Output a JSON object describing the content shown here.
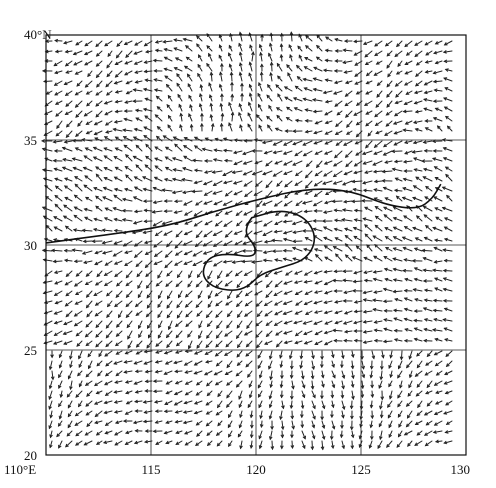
{
  "map": {
    "lon_range": [
      110,
      130
    ],
    "lat_range": [
      20,
      40
    ],
    "x_ticks": [
      {
        "value": 110,
        "label": "110°E"
      },
      {
        "value": 115,
        "label": "115"
      },
      {
        "value": 120,
        "label": "120"
      },
      {
        "value": 125,
        "label": "125"
      },
      {
        "value": 130,
        "label": "130"
      }
    ],
    "y_ticks": [
      {
        "value": 20,
        "label": "20"
      },
      {
        "value": 25,
        "label": "25"
      },
      {
        "value": 30,
        "label": "30"
      },
      {
        "value": 35,
        "label": "35"
      },
      {
        "value": 40,
        "label": "40°N"
      }
    ],
    "grid_lons": [
      115,
      120,
      125
    ],
    "grid_lats": [
      25,
      30,
      35
    ],
    "colors": {
      "ink": "#111111",
      "background": "#ffffff"
    },
    "features": [
      {
        "name": "long-contour-line",
        "type": "open",
        "points": [
          [
            110,
            30.1
          ],
          [
            113,
            30.5
          ],
          [
            115.8,
            30.9
          ],
          [
            118,
            31.6
          ],
          [
            120.2,
            32.2
          ],
          [
            122.5,
            32.7
          ],
          [
            124.5,
            32.6
          ],
          [
            126.2,
            31.9
          ],
          [
            127.7,
            31.7
          ],
          [
            128.4,
            32.2
          ],
          [
            128.8,
            32.9
          ]
        ]
      },
      {
        "name": "closed-contour-loop",
        "type": "closed",
        "points": [
          [
            119.8,
            31.3
          ],
          [
            121.2,
            31.7
          ],
          [
            122.4,
            31.3
          ],
          [
            122.9,
            30.3
          ],
          [
            122.4,
            29.3
          ],
          [
            121.1,
            28.9
          ],
          [
            120.2,
            28.6
          ],
          [
            119.6,
            28.0
          ],
          [
            118.9,
            27.8
          ],
          [
            117.9,
            28.0
          ],
          [
            117.4,
            28.6
          ],
          [
            117.7,
            29.4
          ],
          [
            118.6,
            29.6
          ],
          [
            119.9,
            29.4
          ],
          [
            120.0,
            29.9
          ],
          [
            119.5,
            30.5
          ],
          [
            119.6,
            31.0
          ]
        ]
      }
    ],
    "vector_field": {
      "type": "wind-vectors",
      "lon_step": 0.5,
      "lat_step": 0.5
    }
  }
}
